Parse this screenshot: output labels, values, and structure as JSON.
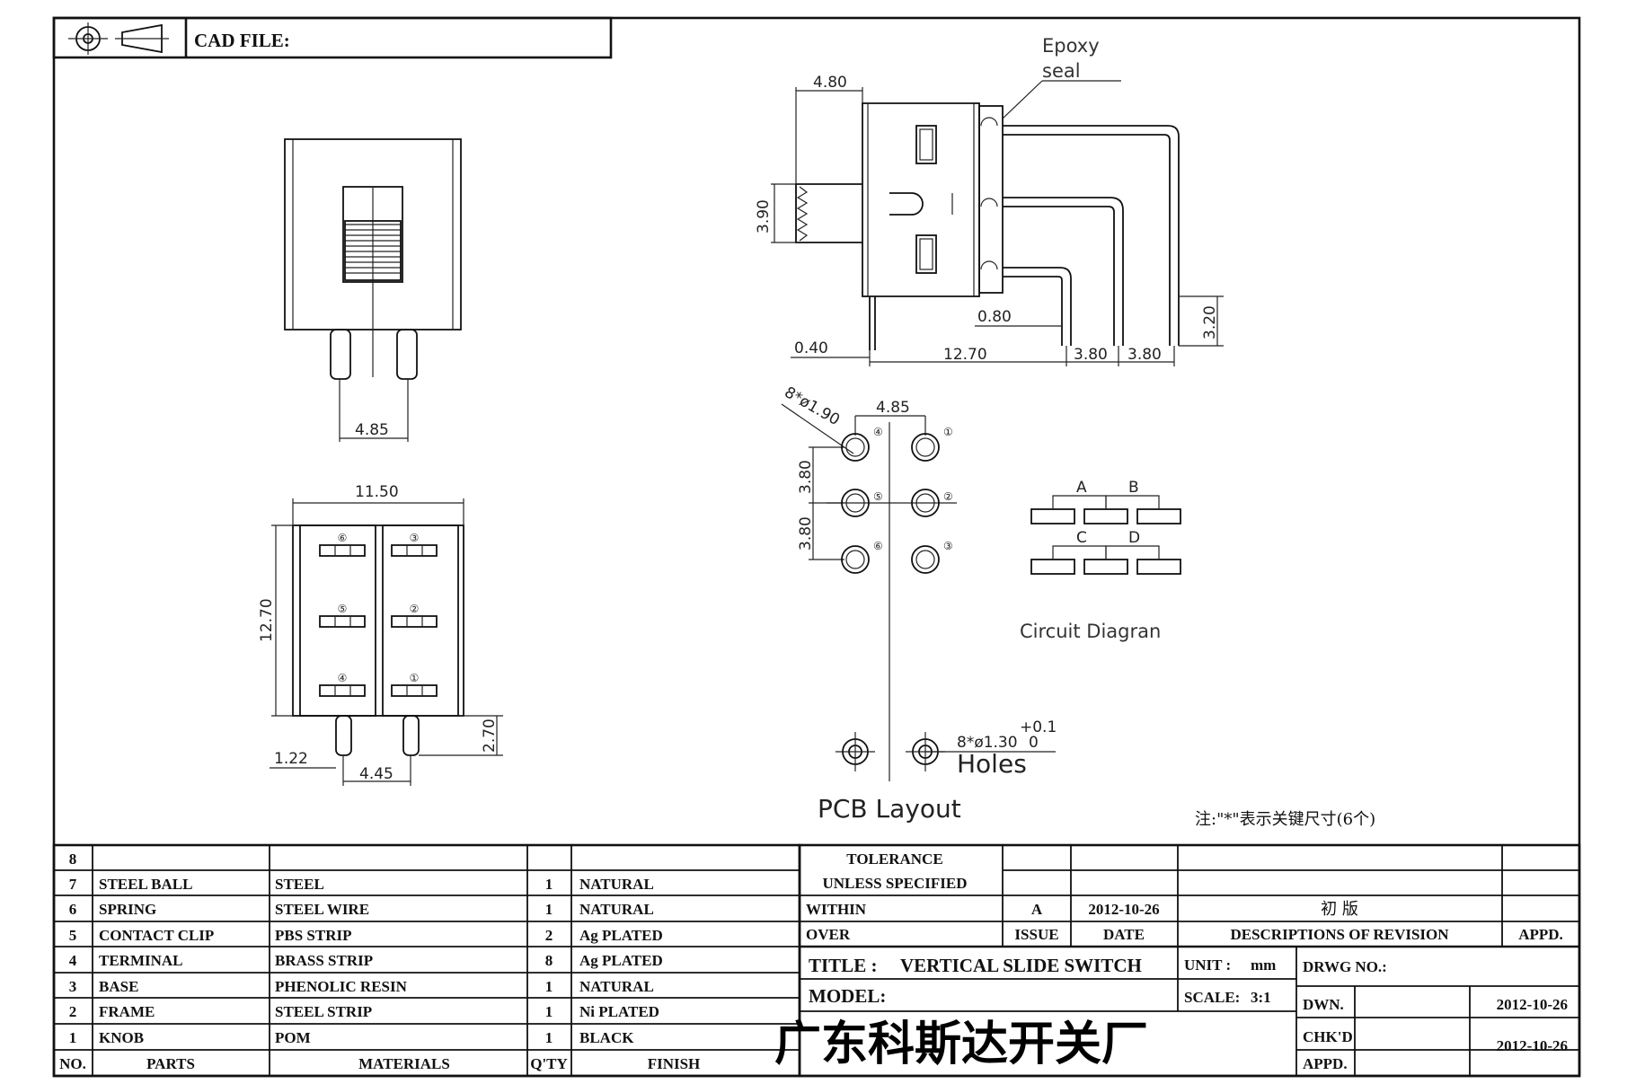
{
  "header": {
    "cad_file_label": "CAD FILE:"
  },
  "front_view": {
    "dims": {
      "pin_spacing": "4.85"
    }
  },
  "bottom_view": {
    "dims": {
      "width": "11.50",
      "height": "12.70",
      "pin_length": "2.70",
      "pin_offset": "1.22",
      "pin_spacing": "4.45"
    },
    "pins": [
      "⑥",
      "③",
      "⑤",
      "②",
      "④",
      "①"
    ]
  },
  "side_view": {
    "epoxy_label_1": "Epoxy",
    "epoxy_label_2": "seal",
    "dims": {
      "knob_length": "4.80",
      "knob_height": "3.90",
      "pin_offset": "0.80",
      "pin_height": "3.20",
      "frame_leg": "0.40",
      "length": "12.70",
      "pitch_1": "3.80",
      "pitch_2": "3.80"
    }
  },
  "pcb_layout": {
    "title": "PCB Layout",
    "pad_label": "8*ø1.90",
    "col_spacing": "4.85",
    "row_spacing_1": "3.80",
    "row_spacing_2": "3.80",
    "pins": [
      "④",
      "①",
      "⑤",
      "②",
      "⑥",
      "③"
    ],
    "hole_label": "8*ø1.30",
    "tol_plus": "+0.1",
    "tol_minus": "0",
    "holes_label": "Holes"
  },
  "circuit": {
    "title": "Circuit Diagran",
    "labels": [
      "A",
      "B",
      "C",
      "D"
    ]
  },
  "note": "注:\"*\"表示关键尺寸(6个)",
  "parts_table": {
    "rows": [
      {
        "no": "8",
        "part": "",
        "material": "",
        "qty": "",
        "finish": ""
      },
      {
        "no": "7",
        "part": "STEEL BALL",
        "material": "STEEL",
        "qty": "1",
        "finish": "NATURAL"
      },
      {
        "no": "6",
        "part": "SPRING",
        "material": "STEEL WIRE",
        "qty": "1",
        "finish": "NATURAL"
      },
      {
        "no": "5",
        "part": "CONTACT CLIP",
        "material": "PBS STRIP",
        "qty": "2",
        "finish": "Ag PLATED"
      },
      {
        "no": "4",
        "part": "TERMINAL",
        "material": "BRASS STRIP",
        "qty": "8",
        "finish": "Ag PLATED"
      },
      {
        "no": "3",
        "part": "BASE",
        "material": "PHENOLIC RESIN",
        "qty": "1",
        "finish": "NATURAL"
      },
      {
        "no": "2",
        "part": "FRAME",
        "material": "STEEL STRIP",
        "qty": "1",
        "finish": "Ni PLATED"
      },
      {
        "no": "1",
        "part": "KNOB",
        "material": "POM",
        "qty": "1",
        "finish": "BLACK"
      }
    ],
    "headers": {
      "no": "NO.",
      "part": "PARTS",
      "material": "MATERIALS",
      "qty": "Q'TY",
      "finish": "FINISH"
    }
  },
  "title_block": {
    "tolerance": "TOLERANCE",
    "unless": "UNLESS SPECIFIED",
    "within": "WITHIN",
    "over": "OVER",
    "rev_issue": "A",
    "rev_date": "2012-10-26",
    "rev_desc": "初 版",
    "issue_label": "ISSUE",
    "date_label": "DATE",
    "desc_label": "DESCRIPTIONS OF REVISION",
    "appd_label": "APPD.",
    "title_label": "TITLE :",
    "title_value": "VERTICAL SLIDE SWITCH",
    "unit_label": "UNIT :",
    "unit_value": "mm",
    "drwg_label": "DRWG NO.:",
    "model_label": "MODEL:",
    "scale_label": "SCALE:",
    "scale_value": "3:1",
    "dwn_label": "DWN.",
    "dwn_date": "2012-10-26",
    "chkd_label": "CHK'D",
    "chkd_date": "2012-10-26",
    "appd2_label": "APPD.",
    "company": "广东科斯达开关厂"
  }
}
